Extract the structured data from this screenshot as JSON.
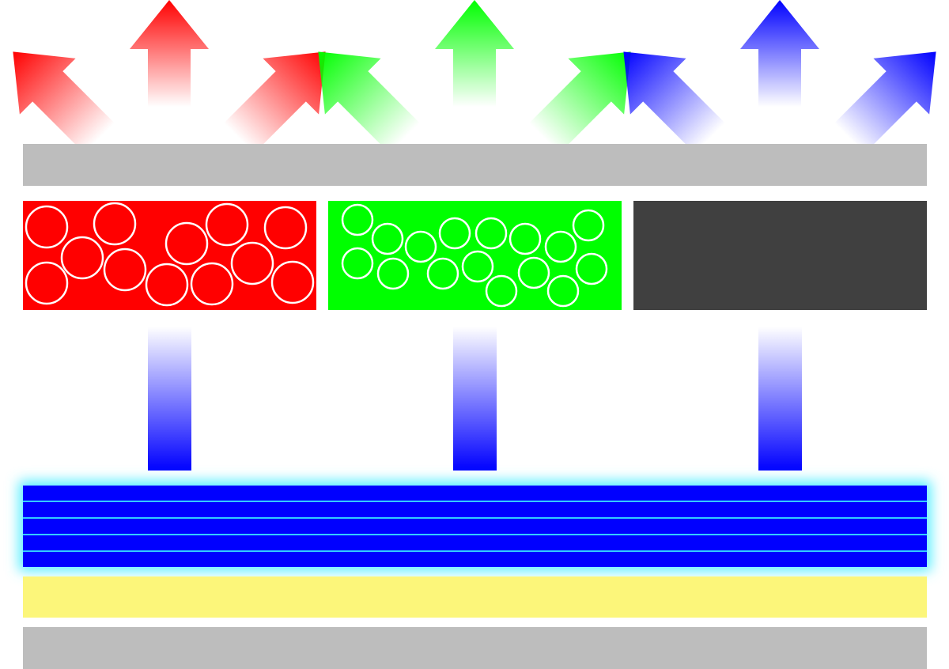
{
  "colors": {
    "background": "#ffffff",
    "cover_layer": "#bdbdbd",
    "red_subpixel": "#ff0000",
    "green_subpixel": "#00ff00",
    "blue_subpixel_window": "#404040",
    "blue_light": "#0000ff",
    "light_guide_line": "#33ccff",
    "light_guide_glow": "#55eeff",
    "yellow_layer": "#fcf67a",
    "bottom_layer": "#bdbdbd",
    "dot_outline": "#ffffff"
  },
  "subpixels": [
    {
      "id": "red",
      "fill": "#ff0000",
      "emission_color": "#ff0000",
      "dots": "large"
    },
    {
      "id": "green",
      "fill": "#00ff00",
      "emission_color": "#00ff00",
      "dots": "small"
    },
    {
      "id": "blue",
      "fill": "#404040",
      "emission_color": "#0000ff",
      "dots": "none"
    }
  ],
  "icons": {
    "emission_arrows": "arrow-up-icon",
    "backlight_beams": "light-beam-icon"
  }
}
